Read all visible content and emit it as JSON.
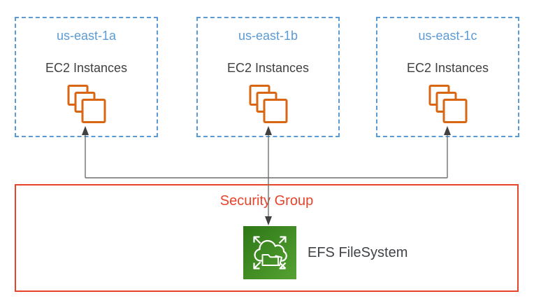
{
  "zones": [
    {
      "name": "us-east-1a",
      "service": "EC2 Instances"
    },
    {
      "name": "us-east-1b",
      "service": "EC2 Instances"
    },
    {
      "name": "us-east-1c",
      "service": "EC2 Instances"
    }
  ],
  "security_group": {
    "label": "Security Group"
  },
  "efs": {
    "label": "EFS FileSystem"
  },
  "icons": {
    "ec2": "ec2-instances-stacked-squares-icon",
    "efs": "efs-cloud-folder-expand-arrows-icon",
    "connectors": "bidirectional-arrow-connectors"
  },
  "colors": {
    "zone_border_blue": "#5B9BD5",
    "zone_name_blue": "#5B9BD5",
    "text_dark_gray": "#404040",
    "ec2_orange": "#D86613",
    "security_red": "#E8432B",
    "connector_gray": "#6F6F6F",
    "arrowhead_gray": "#404040",
    "efs_green_dark": "#2D7717",
    "efs_green_light": "#55A231"
  }
}
